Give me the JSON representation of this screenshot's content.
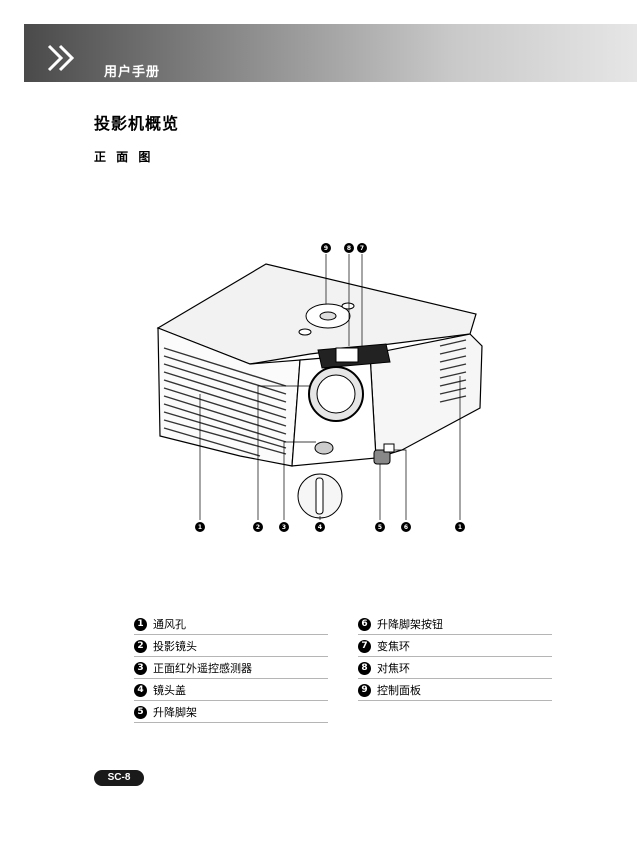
{
  "header": {
    "title": "用户手册"
  },
  "page": {
    "title": "投影机概览",
    "section": "正 面 图"
  },
  "figure": {
    "callouts_top": [
      "9",
      "8",
      "7"
    ],
    "callouts_bottom": [
      "1",
      "2",
      "3",
      "4",
      "5",
      "6",
      "1"
    ]
  },
  "legend_left": [
    {
      "num": "1",
      "label": "通风孔"
    },
    {
      "num": "2",
      "label": "投影镜头"
    },
    {
      "num": "3",
      "label": "正面红外遥控感测器"
    },
    {
      "num": "4",
      "label": "镜头盖"
    },
    {
      "num": "5",
      "label": "升降脚架"
    }
  ],
  "legend_right": [
    {
      "num": "6",
      "label": "升降脚架按钮"
    },
    {
      "num": "7",
      "label": "变焦环"
    },
    {
      "num": "8",
      "label": "对焦环"
    },
    {
      "num": "9",
      "label": "控制面板"
    }
  ],
  "footer": {
    "page_number": "SC-8"
  }
}
